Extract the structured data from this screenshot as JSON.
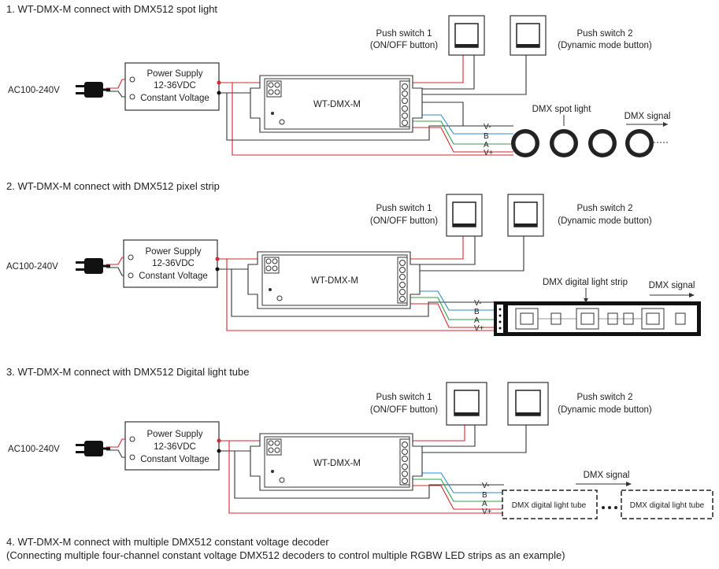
{
  "sections": [
    {
      "heading": "1. WT-DMX-M connect with DMX512 spot light",
      "input_label": "AC100-240V",
      "psu": {
        "line1": "Power Supply",
        "line2": "12-36VDC",
        "line3": "Constant Voltage"
      },
      "controller": "WT-DMX-M",
      "switch1": {
        "line1": "Push switch 1",
        "line2": "(ON/OFF button)"
      },
      "switch2": {
        "line1": "Push switch 2",
        "line2": "(Dynamic mode button)"
      },
      "device_label": "DMX spot light",
      "signal_label": "DMX signal",
      "wires": [
        "V-",
        "B",
        "A",
        "V+"
      ]
    },
    {
      "heading": "2. WT-DMX-M connect with DMX512 pixel strip",
      "input_label": "AC100-240V",
      "psu": {
        "line1": "Power Supply",
        "line2": "12-36VDC",
        "line3": "Constant Voltage"
      },
      "controller": "WT-DMX-M",
      "switch1": {
        "line1": "Push switch 1",
        "line2": "(ON/OFF button)"
      },
      "switch2": {
        "line1": "Push switch 2",
        "line2": "(Dynamic mode button)"
      },
      "device_label": "DMX digital light strip",
      "signal_label": "DMX signal",
      "wires": [
        "V-",
        "B",
        "A",
        "V+"
      ]
    },
    {
      "heading": "3. WT-DMX-M connect with DMX512 Digital light tube",
      "input_label": "AC100-240V",
      "psu": {
        "line1": "Power Supply",
        "line2": "12-36VDC",
        "line3": "Constant Voltage"
      },
      "controller": "WT-DMX-M",
      "switch1": {
        "line1": "Push switch 1",
        "line2": "(ON/OFF button)"
      },
      "switch2": {
        "line1": "Push switch 2",
        "line2": "(Dynamic mode button)"
      },
      "device_label": "DMX digital light tube",
      "signal_label": "DMX signal",
      "wires": [
        "V-",
        "B",
        "A",
        "V+"
      ]
    }
  ],
  "section4": {
    "heading": "4. WT-DMX-M connect with multiple DMX512 constant voltage decoder",
    "subheading": "(Connecting multiple four-channel constant voltage DMX512 decoders to control multiple RGBW LED strips as an example)"
  },
  "colors": {
    "power_positive": "#d6262f",
    "power_negative": "#333333",
    "data_b": "#2a8ccf",
    "data_a": "#2ca24a"
  }
}
